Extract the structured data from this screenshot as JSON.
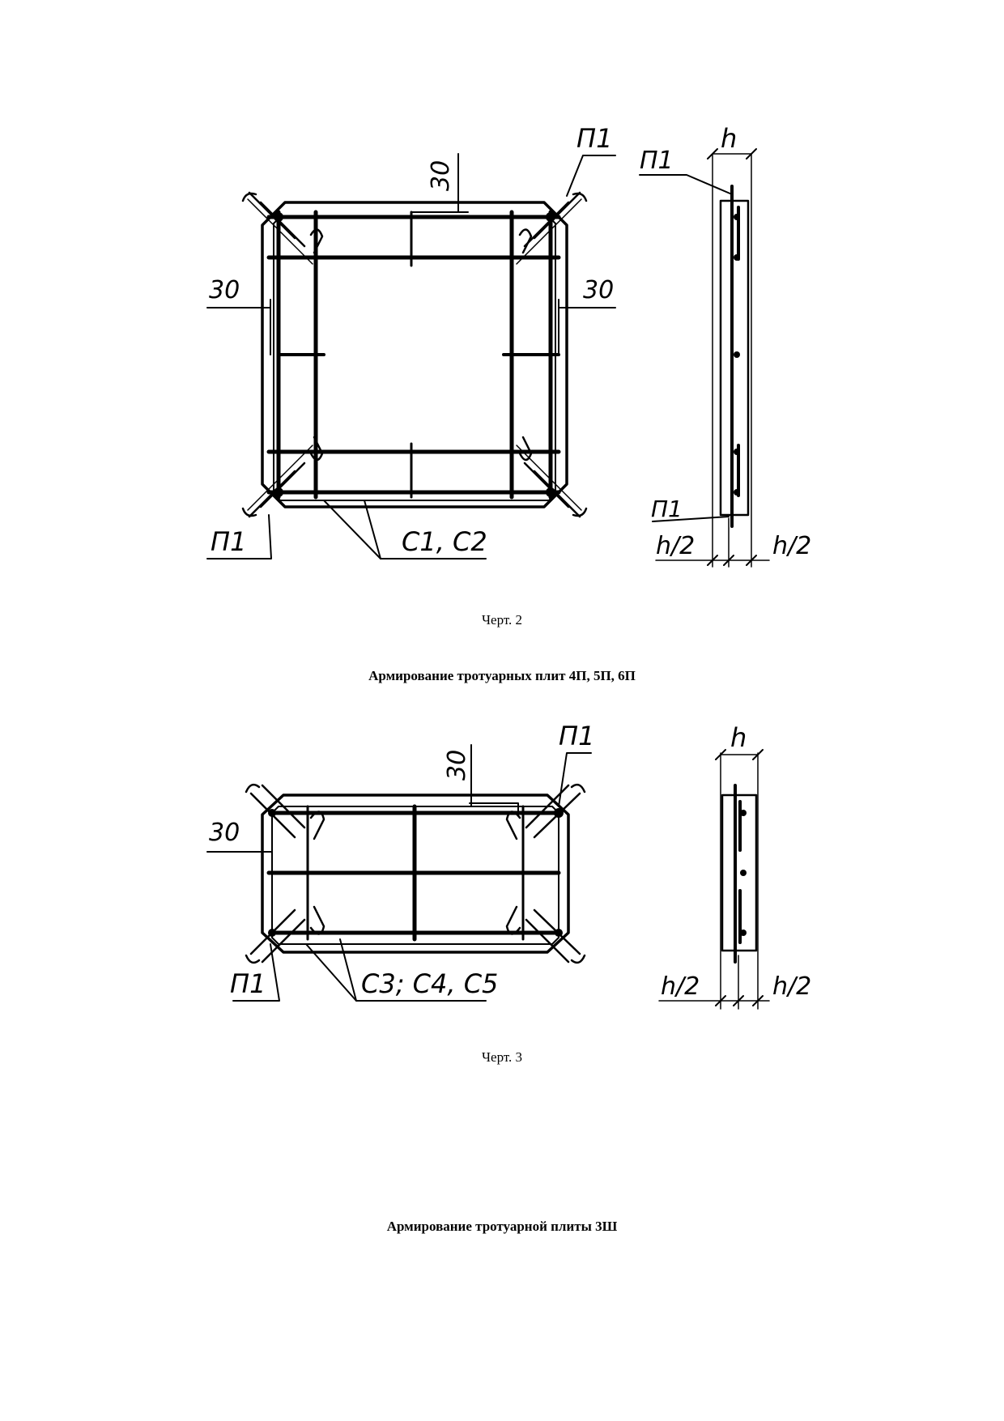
{
  "figure2": {
    "labels": {
      "p1_top": "П1",
      "dim_30_top": "30",
      "dim_30_left": "30",
      "dim_30_right": "30",
      "p1_bottom": "П1",
      "mesh": "С1, С2",
      "h": "h",
      "p1_side_top": "П1",
      "p1_side_bottom": "П1",
      "h2_left": "h/2",
      "h2_right": "h/2"
    },
    "caption": "Черт. 2"
  },
  "heading2": "Армирование тротуарных плит 4П, 5П, 6П",
  "figure3": {
    "labels": {
      "p1_top": "П1",
      "dim_30_top": "30",
      "dim_30_left": "30",
      "p1_bottom": "П1",
      "mesh": "С3; С4, С5",
      "h": "h",
      "h2_left": "h/2",
      "h2_right": "h/2"
    },
    "caption": "Черт. 3"
  },
  "heading3": "Армирование тротуарной плиты 3Ш"
}
